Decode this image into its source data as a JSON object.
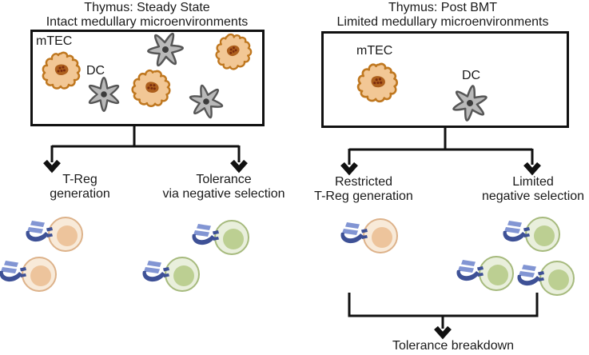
{
  "figure_kind": "immunology schematic: thymic tolerance at steady state vs post bone-marrow transplant",
  "left_panel": {
    "title_line1": "Thymus: Steady State",
    "title_line2": "Intact medullary microenvironments",
    "mtec_label": "mTEC",
    "dc_label": "DC",
    "mtec_count": 3,
    "dc_count": 3,
    "outcome_left_line1": "T-Reg",
    "outcome_left_line2": "generation",
    "outcome_right_line1": "Tolerance",
    "outcome_right_line2": "via negative selection",
    "treg_cell_count": 2,
    "negatively_selected_cell_count": 2
  },
  "right_panel": {
    "title_line1": "Thymus: Post BMT",
    "title_line2": "Limited medullary microenvironments",
    "mtec_label": "mTEC",
    "dc_label": "DC",
    "mtec_count": 1,
    "dc_count": 1,
    "outcome_left_line1": "Restricted",
    "outcome_left_line2": "T-Reg generation",
    "outcome_right_line1": "Limited",
    "outcome_right_line2": "negative selection",
    "treg_cell_count": 1,
    "escaped_tcell_count": 3,
    "footer_label": "Tolerance breakdown"
  },
  "icons": {
    "mtec": "mtec-cell-icon (orange amoeboid epithelial cell with dark nucleus)",
    "dc": "dc-cell-icon (grey spiky dendritic cell with dark center)",
    "treg": "treg-cell-icon (orange round T cell with blue TCR claw)",
    "tcell_green": "tcell-icon (green round T cell with blue TCR claw)",
    "arrow": "down-arrow-icon (black chevron arrow)"
  },
  "colors": {
    "line_black": "#111111",
    "mtec_fill": "#f2c795",
    "mtec_stroke": "#bf771f",
    "mtec_nucleus": "#ad5f1d",
    "mtec_nucleus_dots": "#7c2c0f",
    "dc_fill": "#b9b9b9",
    "dc_stroke": "#565656",
    "dc_center": "#3c3c3c",
    "treg_outer": "#f8ead9",
    "treg_border": "#ddb28a",
    "treg_inner": "#edc49c",
    "tcell_outer": "#e9efdc",
    "tcell_border": "#a6ba7d",
    "tcell_inner": "#bccf92",
    "tcr_light_blue": "#8295d3",
    "tcr_dark_blue": "#3e5196"
  }
}
